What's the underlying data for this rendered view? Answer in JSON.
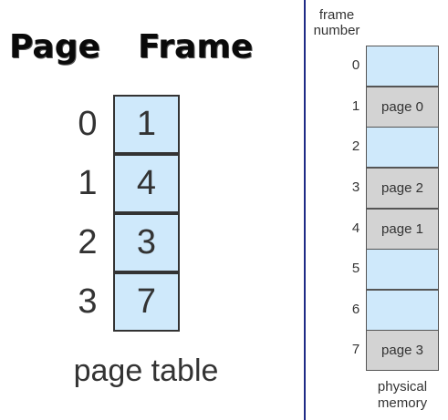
{
  "headings": {
    "page": "Page",
    "frame": "Frame"
  },
  "page_table": {
    "caption": "page table",
    "rows": [
      {
        "page": "0",
        "frame": "1"
      },
      {
        "page": "1",
        "frame": "4"
      },
      {
        "page": "2",
        "frame": "3"
      },
      {
        "page": "3",
        "frame": "7"
      }
    ]
  },
  "physical_memory": {
    "frame_number_label_line1": "frame",
    "frame_number_label_line2": "number",
    "caption_line1": "physical",
    "caption_line2": "memory",
    "frames": [
      {
        "number": "0",
        "content": ""
      },
      {
        "number": "1",
        "content": "page 0"
      },
      {
        "number": "2",
        "content": ""
      },
      {
        "number": "3",
        "content": "page 2"
      },
      {
        "number": "4",
        "content": "page 1"
      },
      {
        "number": "5",
        "content": ""
      },
      {
        "number": "6",
        "content": ""
      },
      {
        "number": "7",
        "content": "page 3"
      }
    ]
  },
  "colors": {
    "free_frame": "#cfe9fb",
    "used_frame": "#d3d3d3",
    "divider": "#1f2b86"
  }
}
